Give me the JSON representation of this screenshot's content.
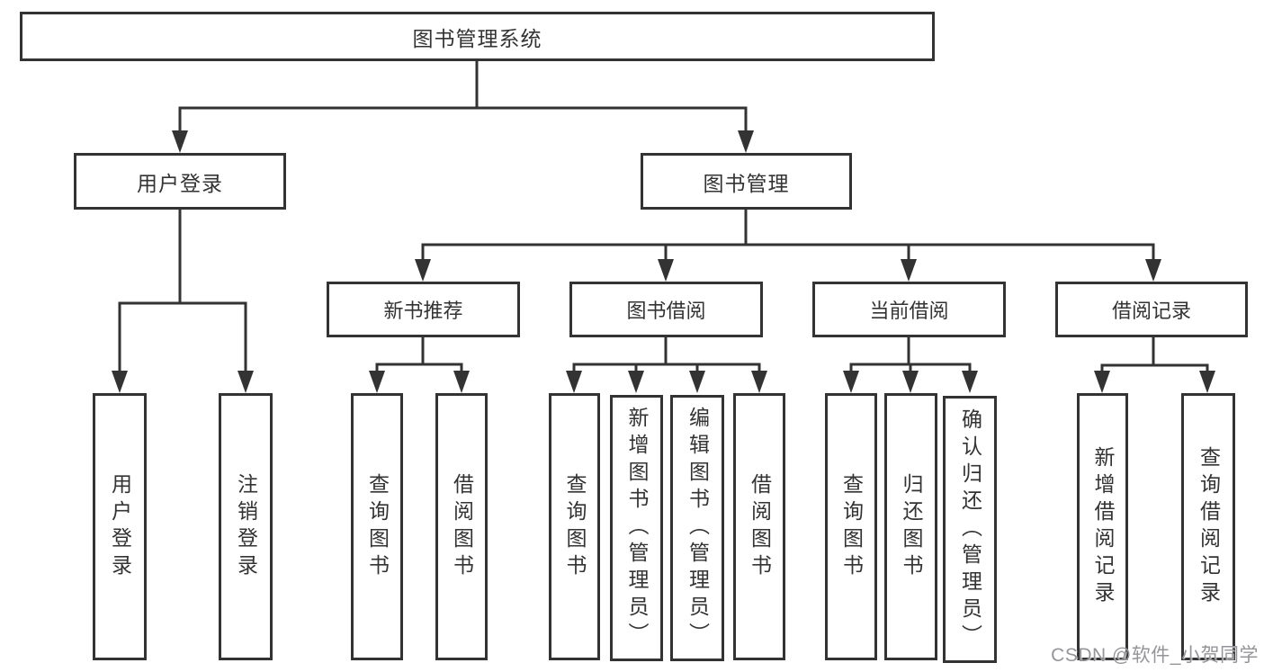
{
  "diagram": {
    "root": {
      "label": "图书管理系统"
    },
    "branches": [
      {
        "label": "用户登录",
        "leaves": [
          {
            "label": "用户登录"
          },
          {
            "label": "注销登录"
          }
        ]
      },
      {
        "label": "图书管理",
        "children": [
          {
            "label": "新书推荐",
            "leaves": [
              {
                "label": "查询图书"
              },
              {
                "label": "借阅图书"
              }
            ]
          },
          {
            "label": "图书借阅",
            "leaves": [
              {
                "label": "查询图书"
              },
              {
                "label": "新增图书（管理员）"
              },
              {
                "label": "编辑图书（管理员）"
              },
              {
                "label": "借阅图书"
              }
            ]
          },
          {
            "label": "当前借阅",
            "leaves": [
              {
                "label": "查询图书"
              },
              {
                "label": "归还图书"
              },
              {
                "label": "确认归还（管理员）"
              }
            ]
          },
          {
            "label": "借阅记录",
            "leaves": [
              {
                "label": "新增借阅记录"
              },
              {
                "label": "查询借阅记录"
              }
            ]
          }
        ]
      }
    ]
  },
  "watermark": {
    "text": "CSDN @软件_小贺同学"
  },
  "colors": {
    "line": "#333333",
    "box_border": "#333333",
    "text": "#333333",
    "background": "#ffffff",
    "watermark": "#95949a"
  }
}
